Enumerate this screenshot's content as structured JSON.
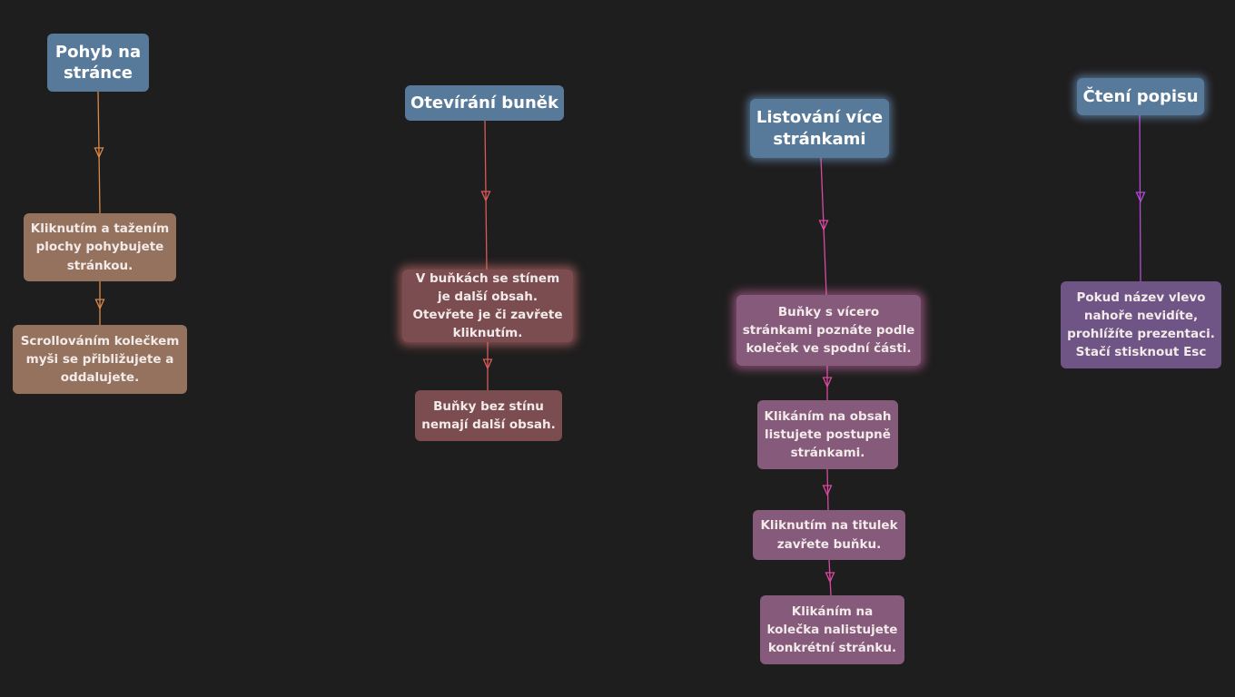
{
  "colors": {
    "background": "#1f1e1e",
    "title_box": "#57799a",
    "edge_orange": "#d9894a",
    "edge_red": "#d95a5a",
    "edge_pink": "#d94aa0",
    "edge_purple": "#b54ad9"
  },
  "columns": [
    {
      "title": "Pohyb na stránce",
      "cards": [
        "Kliknutím a tažením plochy pohybujete stránkou.",
        "Scrollováním kolečkem myši se přibližujete a oddalujete."
      ]
    },
    {
      "title": "Otevírání buněk",
      "cards": [
        "V buňkách se stínem je další obsah. Otevřete je či zavřete kliknutím.",
        "Buňky bez stínu nemají další obsah."
      ]
    },
    {
      "title": "Listování více stránkami",
      "cards": [
        "Buňky s vícero stránkami poznáte podle koleček ve spodní části.",
        "Klikáním na obsah listujete postupně stránkami.",
        "Kliknutím na titulek zavřete buňku.",
        "Klikáním na kolečka nalistujete konkrétní stránku."
      ]
    },
    {
      "title": "Čtení popisu",
      "cards": [
        "Pokud název vlevo nahoře nevidíte, prohlížíte prezentaci. Stačí stisknout Esc"
      ]
    }
  ]
}
